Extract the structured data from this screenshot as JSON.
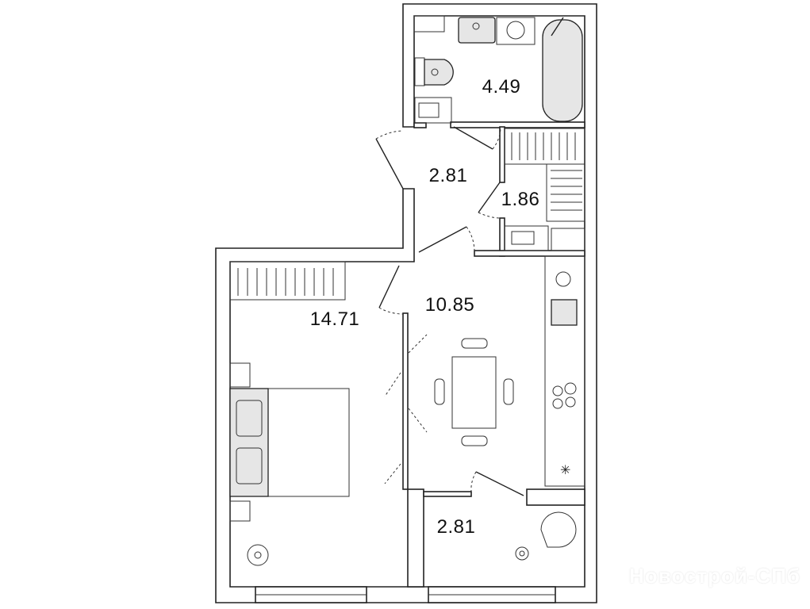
{
  "plan": {
    "rooms": [
      {
        "name": "bathroom",
        "area": "4.49"
      },
      {
        "name": "hallway",
        "area": "2.81"
      },
      {
        "name": "wardrobe",
        "area": "1.86"
      },
      {
        "name": "kitchen-living",
        "area": "10.85"
      },
      {
        "name": "bedroom",
        "area": "14.71"
      },
      {
        "name": "balcony",
        "area": "2.81"
      }
    ]
  },
  "watermark": "Новострой-СПб",
  "colors": {
    "wall": "#222222",
    "fixture_fill": "#e6e6e6"
  }
}
